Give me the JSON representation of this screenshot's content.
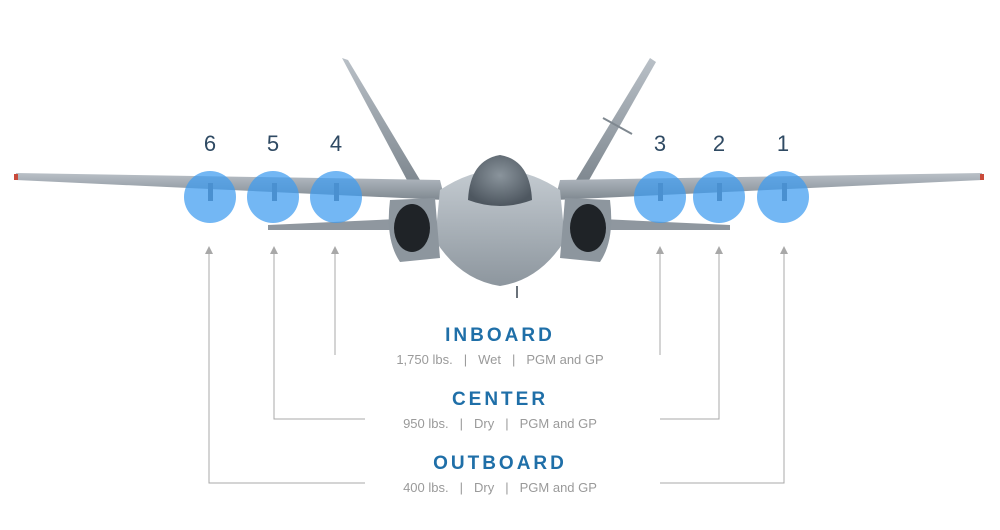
{
  "stations": [
    {
      "number": "6",
      "category": "outboard"
    },
    {
      "number": "5",
      "category": "center"
    },
    {
      "number": "4",
      "category": "inboard"
    },
    {
      "number": "3",
      "category": "inboard"
    },
    {
      "number": "2",
      "category": "center"
    },
    {
      "number": "1",
      "category": "outboard"
    }
  ],
  "sections": {
    "inboard": {
      "title": "INBOARD",
      "weight": "1,750 lbs.",
      "fuel": "Wet",
      "ordnance": "PGM and GP"
    },
    "center": {
      "title": "CENTER",
      "weight": "950 lbs.",
      "fuel": "Dry",
      "ordnance": "PGM and GP"
    },
    "outboard": {
      "title": "OUTBOARD",
      "weight": "400 lbs.",
      "fuel": "Dry",
      "ordnance": "PGM and GP"
    }
  },
  "colors": {
    "station_highlight": "#3d9bf0",
    "number_text": "#2f4a63",
    "section_title": "#1f6fa8",
    "spec_text": "#9a9a9a",
    "leader_line": "#a8a8a8",
    "aircraft_body": "#9aa3ab"
  },
  "icons": {
    "aircraft": "jet-fighter-front-view-illustration"
  }
}
